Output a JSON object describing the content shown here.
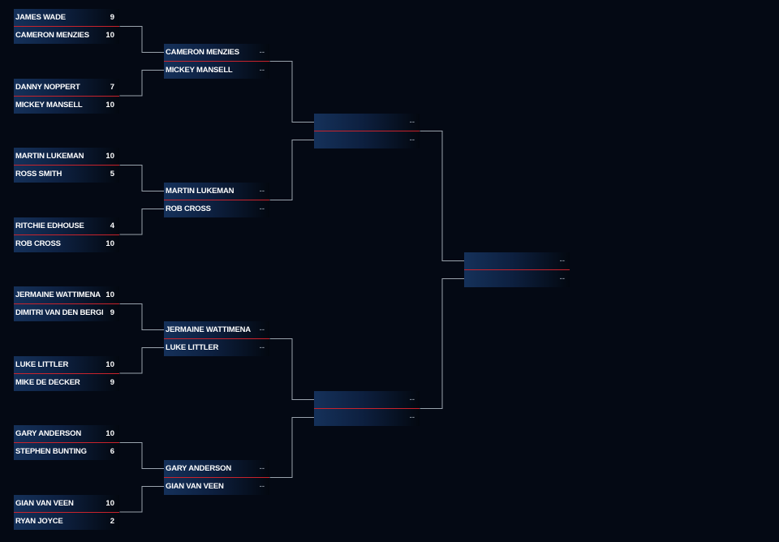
{
  "rounds": [
    {
      "matches": [
        {
          "p1": {
            "name": "JAMES WADE",
            "score": "9"
          },
          "p2": {
            "name": "CAMERON MENZIES",
            "score": "10"
          }
        },
        {
          "p1": {
            "name": "DANNY NOPPERT",
            "score": "7"
          },
          "p2": {
            "name": "MICKEY MANSELL",
            "score": "10"
          }
        },
        {
          "p1": {
            "name": "MARTIN LUKEMAN",
            "score": "10"
          },
          "p2": {
            "name": "ROSS SMITH",
            "score": "5"
          }
        },
        {
          "p1": {
            "name": "RITCHIE EDHOUSE",
            "score": "4"
          },
          "p2": {
            "name": "ROB CROSS",
            "score": "10"
          }
        },
        {
          "p1": {
            "name": "JERMAINE WATTIMENA",
            "score": "10"
          },
          "p2": {
            "name": "DIMITRI VAN DEN BERGH",
            "score": "9"
          }
        },
        {
          "p1": {
            "name": "LUKE LITTLER",
            "score": "10"
          },
          "p2": {
            "name": "MIKE DE DECKER",
            "score": "9"
          }
        },
        {
          "p1": {
            "name": "GARY ANDERSON",
            "score": "10"
          },
          "p2": {
            "name": "STEPHEN BUNTING",
            "score": "6"
          }
        },
        {
          "p1": {
            "name": "GIAN VAN VEEN",
            "score": "10"
          },
          "p2": {
            "name": "RYAN JOYCE",
            "score": "2"
          }
        }
      ]
    },
    {
      "matches": [
        {
          "p1": {
            "name": "CAMERON MENZIES",
            "score": "--"
          },
          "p2": {
            "name": "MICKEY MANSELL",
            "score": "--"
          }
        },
        {
          "p1": {
            "name": "MARTIN LUKEMAN",
            "score": "--"
          },
          "p2": {
            "name": "ROB CROSS",
            "score": "--"
          }
        },
        {
          "p1": {
            "name": "JERMAINE WATTIMENA",
            "score": "--"
          },
          "p2": {
            "name": "LUKE LITTLER",
            "score": "--"
          }
        },
        {
          "p1": {
            "name": "GARY ANDERSON",
            "score": "--"
          },
          "p2": {
            "name": "GIAN VAN VEEN",
            "score": "--"
          }
        }
      ]
    },
    {
      "matches": [
        {
          "p1": {
            "name": "",
            "score": "--"
          },
          "p2": {
            "name": "",
            "score": "--"
          }
        },
        {
          "p1": {
            "name": "",
            "score": "--"
          },
          "p2": {
            "name": "",
            "score": "--"
          }
        }
      ]
    },
    {
      "matches": [
        {
          "p1": {
            "name": "",
            "score": "--"
          },
          "p2": {
            "name": "",
            "score": "--"
          }
        }
      ]
    }
  ],
  "colors": {
    "background": "#040914",
    "row_gradient_start": "#15315a",
    "separator": "#c8232c",
    "connector": "#9aa3ad",
    "text": "#ffffff"
  }
}
